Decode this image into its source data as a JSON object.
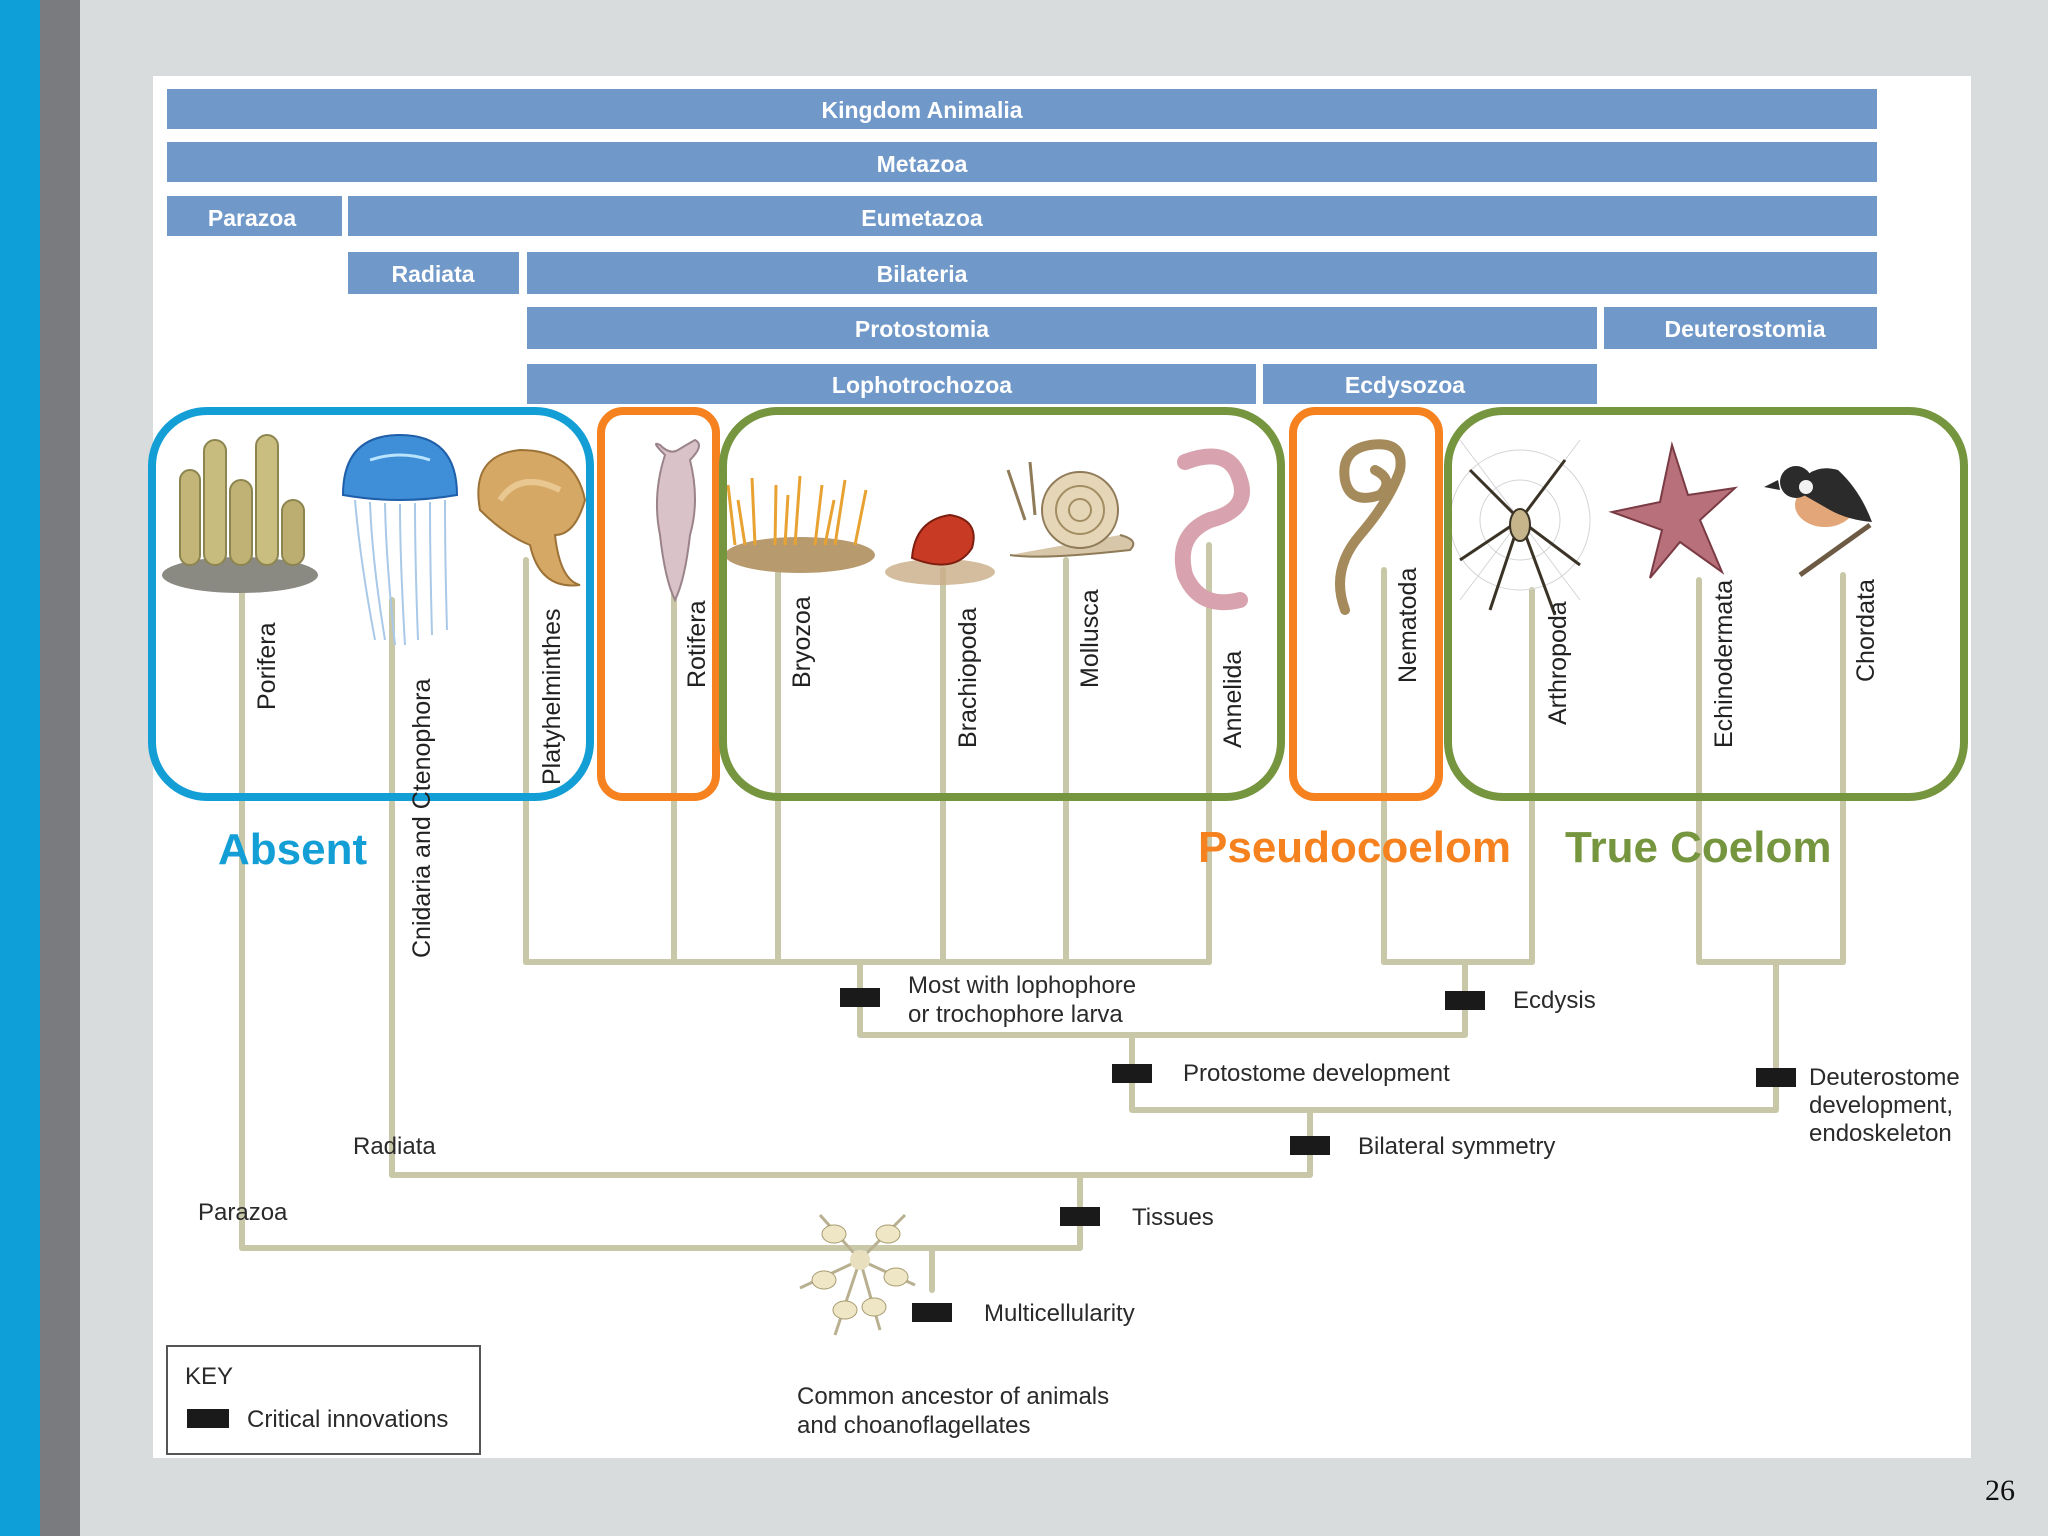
{
  "slide_number": "26",
  "taxonomy_bars": {
    "kingdom": "Kingdom Animalia",
    "metazoa": "Metazoa",
    "parazoa": "Parazoa",
    "eumetazoa": "Eumetazoa",
    "radiata": "Radiata",
    "bilateria": "Bilateria",
    "protostomia": "Protostomia",
    "deuterostomia": "Deuterostomia",
    "lophotrochozoa": "Lophotrochozoa",
    "ecdysozoa": "Ecdysozoa"
  },
  "phyla": [
    "Porifera",
    "Cnidaria and Ctenophora",
    "Platyhelminthes",
    "Rotifera",
    "Bryozoa",
    "Brachiopoda",
    "Mollusca",
    "Annelida",
    "Nematoda",
    "Arthropoda",
    "Echinodermata",
    "Chordata"
  ],
  "coelom_groups": {
    "absent": "Absent",
    "pseudocoelom": "Pseudocoelom",
    "true_coelom": "True Coelom"
  },
  "innovations": {
    "lophophore": [
      "Most with lophophore",
      "or trochophore larva"
    ],
    "ecdysis": "Ecdysis",
    "protostome": "Protostome development",
    "deuterostome": [
      "Deuterostome",
      "development,",
      "endoskeleton"
    ],
    "bilateral": "Bilateral symmetry",
    "tissues": "Tissues",
    "multicellularity": "Multicellularity"
  },
  "branch_labels": {
    "radiata": "Radiata",
    "parazoa": "Parazoa"
  },
  "ancestor": [
    "Common ancestor of animals",
    "and choanoflagellates"
  ],
  "key": {
    "title": "KEY",
    "item": "Critical innovations"
  },
  "colors": {
    "bar": "#7098c8",
    "absent": "#139fd6",
    "pseudocoelom": "#f5821f",
    "true_coelom": "#76953f",
    "branch": "#c8c8a8",
    "marker": "#1a1a1a"
  }
}
